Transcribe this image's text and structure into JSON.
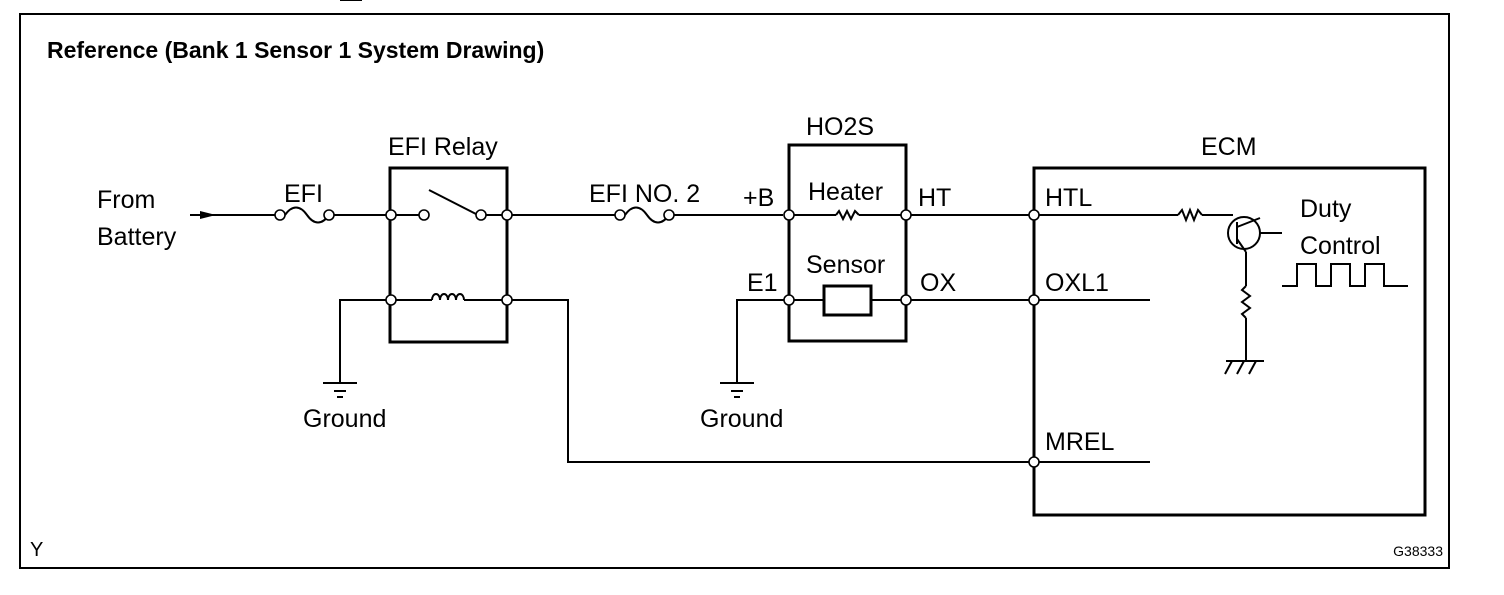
{
  "title": "Reference (Bank 1 Sensor 1 System Drawing)",
  "source": {
    "line1": "From",
    "line2": "Battery"
  },
  "fuses": {
    "efi": "EFI",
    "efi_no2": "EFI NO. 2"
  },
  "relay": {
    "label": "EFI Relay"
  },
  "ho2s": {
    "label": "HO2S",
    "pin_b": "+B",
    "pin_e1": "E1",
    "pin_ht": "HT",
    "pin_ox": "OX",
    "heater": "Heater",
    "sensor": "Sensor"
  },
  "grounds": {
    "left": "Ground",
    "middle": "Ground"
  },
  "ecm": {
    "label": "ECM",
    "pin_htl": "HTL",
    "pin_oxl1": "OXL1",
    "pin_mrel": "MREL",
    "duty_line1": "Duty",
    "duty_line2": "Control"
  },
  "footer": {
    "left": "Y",
    "right": "G38333"
  }
}
